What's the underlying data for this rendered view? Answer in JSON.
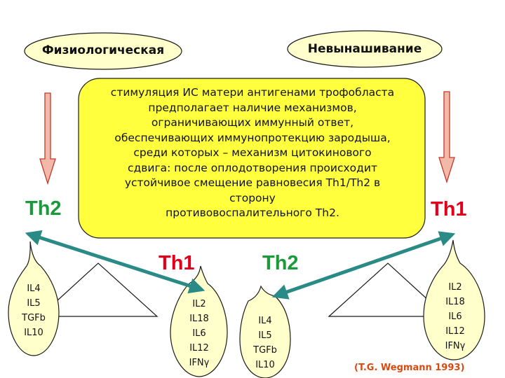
{
  "ovals": {
    "left_label": "Физиологическая",
    "right_label": "Невынашивание"
  },
  "center_box": {
    "lines": [
      "стимуляция ИС матери антигенами трофобласта",
      "предполагает наличие механизмов,",
      "ограничивающих иммунный ответ,",
      "обеспечивающих иммунопротекцию зародыша,",
      "среди которых  – механизм цитокинового",
      "сдвига: после оплодотворения происходит",
      "устойчивое смещение равновесия Th1/Th2 в",
      "сторону",
      "противовоспалительного Th2."
    ]
  },
  "th_labels": {
    "left_side": "Th2",
    "right_side": "Th1",
    "center_left": "Th1",
    "center_right": "Th2"
  },
  "cytokine_groups": {
    "group_1": [
      "IL4",
      "IL5",
      "TGFb",
      "IL10"
    ],
    "group_2": [
      "IL2",
      "IL18",
      "IL6",
      "IL12",
      "IFNγ"
    ],
    "group_3": [
      "IL4",
      "IL5",
      "TGFb",
      "IL10"
    ],
    "group_4": [
      "IL2",
      "IL18",
      "IL6",
      "IL12",
      "IFNγ"
    ]
  },
  "citation": "(T.G. Wegmann 1993)",
  "colors": {
    "oval_fill": "#ffffcc",
    "box_fill": "#ffff3d",
    "shape_stroke": "#1a1a1a",
    "down_arrow_fill": "#f2b8a8",
    "down_arrow_stroke": "#c0392b",
    "connector_arrow": "#2a8a86",
    "th_green": "#1a9a3a",
    "th_red": "#e0001b",
    "citation_color": "#d94a10"
  },
  "icons": {
    "down_arrow": "down-arrow-icon",
    "connector": "double-headed-arrow-icon"
  }
}
